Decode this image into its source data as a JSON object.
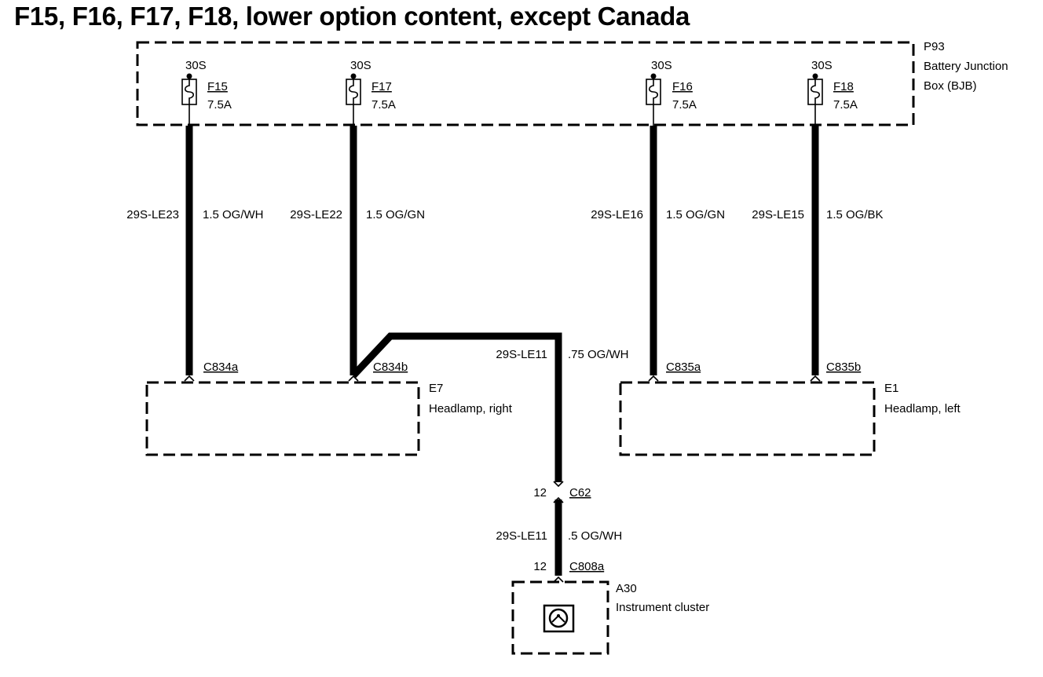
{
  "title": "F15, F16, F17, F18, lower option content, except Canada",
  "bjb": {
    "id": "P93",
    "name_line1": "Battery Junction",
    "name_line2": "Box (BJB)"
  },
  "fuses": [
    {
      "circuit": "30S",
      "name": "F15",
      "rating": "7.5A"
    },
    {
      "circuit": "30S",
      "name": "F17",
      "rating": "7.5A"
    },
    {
      "circuit": "30S",
      "name": "F16",
      "rating": "7.5A"
    },
    {
      "circuit": "30S",
      "name": "F18",
      "rating": "7.5A"
    }
  ],
  "wires": [
    {
      "circuit": "29S-LE23",
      "spec": "1.5 OG/WH"
    },
    {
      "circuit": "29S-LE22",
      "spec": "1.5 OG/GN"
    },
    {
      "circuit": "29S-LE16",
      "spec": "1.5 OG/GN"
    },
    {
      "circuit": "29S-LE15",
      "spec": "1.5 OG/BK"
    },
    {
      "circuit": "29S-LE11",
      "spec": ".75 OG/WH"
    },
    {
      "circuit": "29S-LE11",
      "spec": ".5 OG/WH"
    }
  ],
  "connectors": {
    "c834a": "C834a",
    "c834b": "C834b",
    "c835a": "C835a",
    "c835b": "C835b",
    "c62": "C62",
    "c62_pin": "12",
    "c808a": "C808a",
    "c808a_pin": "12"
  },
  "components": {
    "e7": {
      "id": "E7",
      "name": "Headlamp, right"
    },
    "e1": {
      "id": "E1",
      "name": "Headlamp, left"
    },
    "a30": {
      "id": "A30",
      "name": "Instrument cluster"
    }
  }
}
